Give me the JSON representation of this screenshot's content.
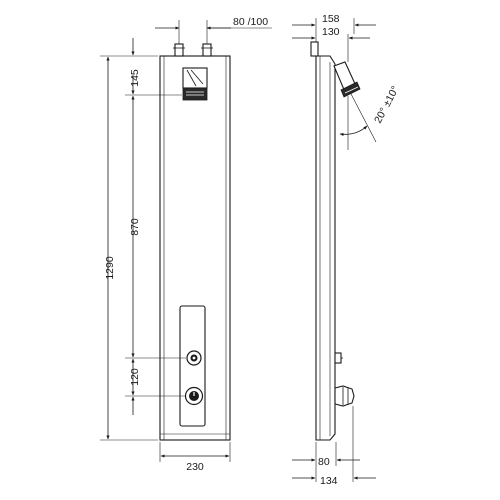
{
  "dimensions": {
    "front_top_width": "80 /100",
    "front_height_total": "1290",
    "front_head_offset": "145",
    "front_head_to_control": "870",
    "front_control_spacing": "120",
    "front_width": "230",
    "side_depth_max": "158",
    "side_depth_head": "130",
    "side_angle": "20° ±10°",
    "side_bottom_inner": "80",
    "side_bottom_outer": "134"
  },
  "colors": {
    "line": "#1a1a1a",
    "background": "#ffffff"
  }
}
